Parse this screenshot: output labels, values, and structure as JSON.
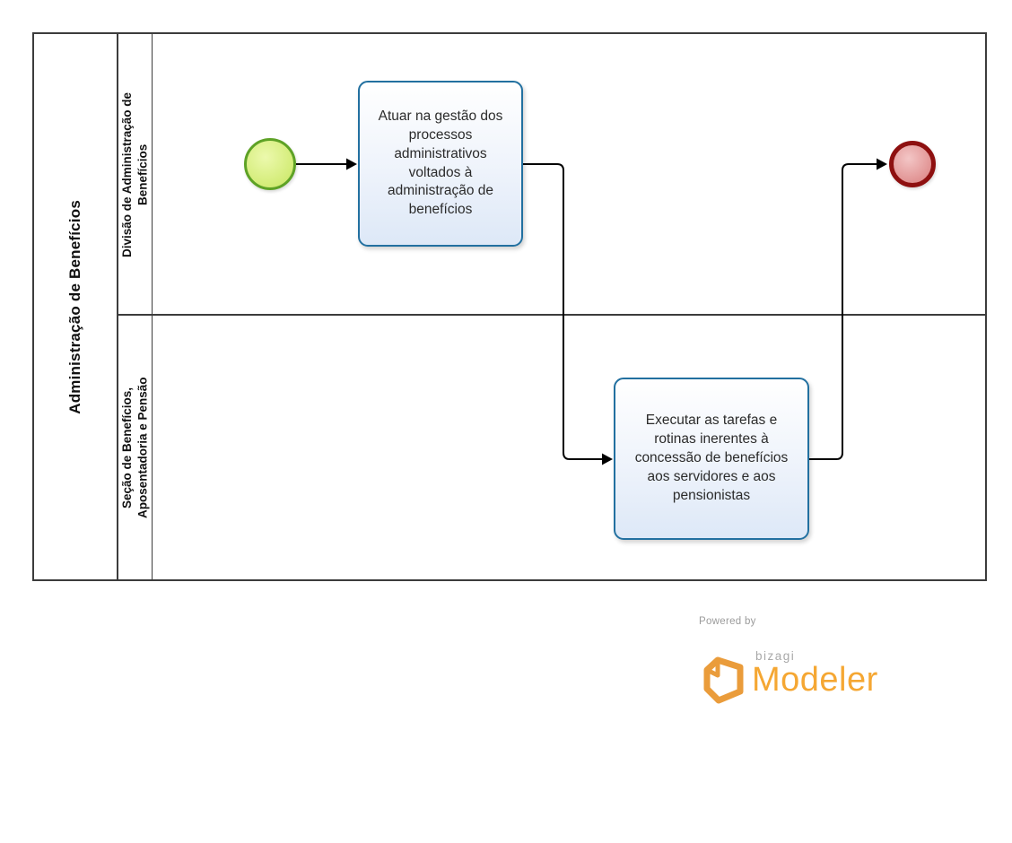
{
  "pool": {
    "title": "Administração de Benefícios",
    "lanes": [
      {
        "label": "Divisão de Administração de Benefícios"
      },
      {
        "label": "Seção de Benefícios, Aposentadoria e Pensão"
      }
    ]
  },
  "nodes": {
    "task1": "Atuar na gestão dos processos administrativos voltados à administração de benefícios",
    "task2": "Executar as tarefas e rotinas inerentes à concessão de benefícios aos servidores e aos pensionistas",
    "start_event": "start-event",
    "end_event": "end-event"
  },
  "branding": {
    "powered_by": "Powered by",
    "brand": "bizagi",
    "product": "Modeler"
  },
  "colors": {
    "task_stroke": "#2270a0",
    "start_fill": "#d3ec77",
    "start_stroke": "#5ea226",
    "end_fill": "#e09090",
    "end_stroke": "#8e1010",
    "brand_orange": "#f5a733",
    "flow_color": "#000000",
    "border_color": "#3c3c3c"
  }
}
